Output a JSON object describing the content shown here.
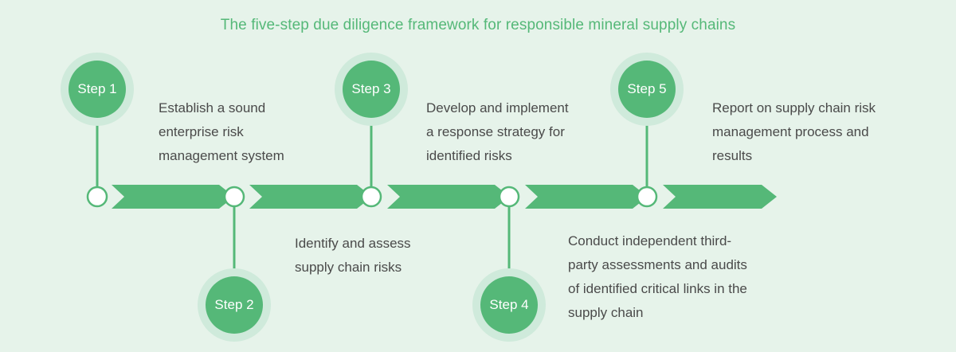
{
  "title": "The five-step due diligence framework for responsible mineral supply chains",
  "colors": {
    "background": "#e6f3ea",
    "accent_green": "#55b878",
    "halo_green": "#cfeadb",
    "node_fill": "#ffffff",
    "text_gray": "#4a4a4a",
    "title_green": "#55b878"
  },
  "steps": [
    {
      "label": "Step 1",
      "position": "above",
      "lines": [
        "Establish a sound",
        "enterprise risk",
        "management system"
      ]
    },
    {
      "label": "Step 2",
      "position": "below",
      "lines": [
        "Identify and assess",
        "supply chain risks"
      ]
    },
    {
      "label": "Step 3",
      "position": "above",
      "lines": [
        "Develop and implement",
        "a response strategy for",
        "identified risks"
      ]
    },
    {
      "label": "Step 4",
      "position": "below",
      "lines": [
        "Conduct independent third-",
        "party assessments and audits",
        "of identified critical links in the",
        "supply chain"
      ]
    },
    {
      "label": "Step 5",
      "position": "above",
      "lines": [
        "Report on supply chain risk",
        "management process and",
        "results"
      ]
    }
  ]
}
